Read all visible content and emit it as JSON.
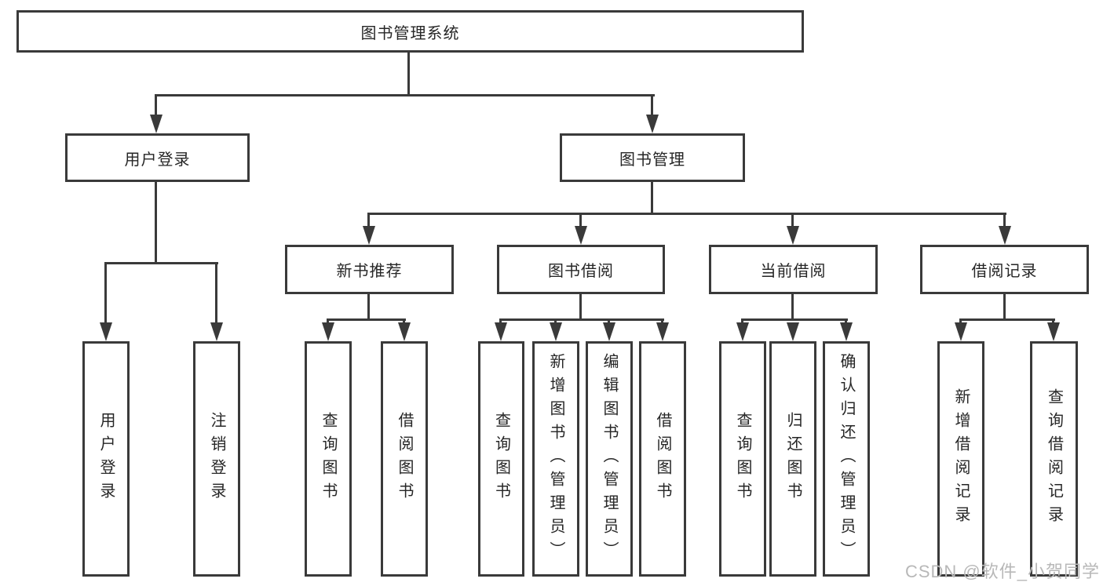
{
  "diagram": {
    "colors": {
      "line": "#3a3a3a",
      "text": "#262626",
      "background": "#ffffff",
      "watermark": "#b8b8b8"
    },
    "root": {
      "label": "图书管理系统",
      "children": [
        {
          "label": "用户登录",
          "children": [
            {
              "label": "用户登录"
            },
            {
              "label": "注销登录"
            }
          ]
        },
        {
          "label": "图书管理",
          "children": [
            {
              "label": "新书推荐",
              "children": [
                {
                  "label": "查询图书"
                },
                {
                  "label": "借阅图书"
                }
              ]
            },
            {
              "label": "图书借阅",
              "children": [
                {
                  "label": "查询图书"
                },
                {
                  "label": "新增图书（管理员）"
                },
                {
                  "label": "编辑图书（管理员）"
                },
                {
                  "label": "借阅图书"
                }
              ]
            },
            {
              "label": "当前借阅",
              "children": [
                {
                  "label": "查询图书"
                },
                {
                  "label": "归还图书"
                },
                {
                  "label": "确认归还（管理员）"
                }
              ]
            },
            {
              "label": "借阅记录",
              "children": [
                {
                  "label": "新增借阅记录"
                },
                {
                  "label": "查询借阅记录"
                }
              ]
            }
          ]
        }
      ]
    }
  },
  "watermark": {
    "text": "CSDN @软件_小贺同学"
  }
}
